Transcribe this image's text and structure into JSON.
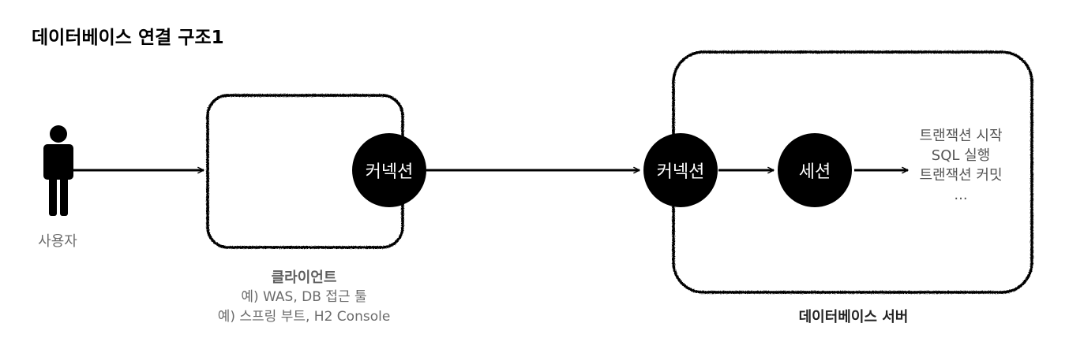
{
  "title": "데이터베이스 연결 구조1",
  "user": {
    "label": "사용자"
  },
  "client": {
    "name": "클라이언트",
    "examples": [
      "예) WAS, DB 접근 툴",
      "예) 스프링 부트, H2 Console"
    ],
    "connection_label": "커넥션"
  },
  "server": {
    "name": "데이터베이스 서버",
    "connection_label": "커넥션",
    "session_label": "세션",
    "session_actions": [
      "트랜잭션 시작",
      "SQL 실행",
      "트랜잭션 커밋",
      "..."
    ]
  },
  "colors": {
    "node_fill": "#000000",
    "node_text": "#ffffff",
    "muted_text": "#6b6b6b",
    "box_stroke": "#000000"
  },
  "icons": {
    "user": "person-icon"
  }
}
